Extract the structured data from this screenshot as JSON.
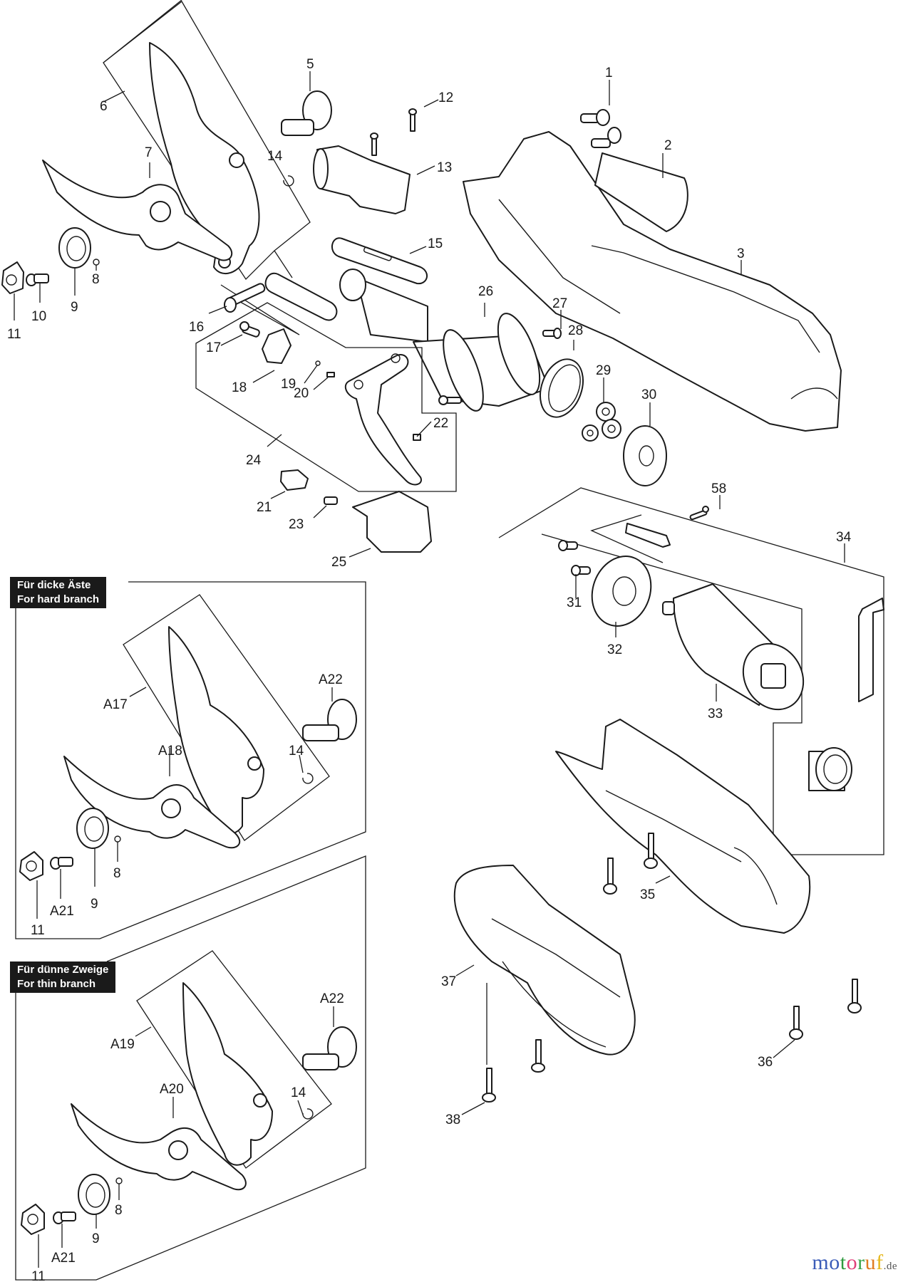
{
  "diagram": {
    "title": "Exploded parts diagram – cordless pruning shears",
    "sections": [
      {
        "id": "hard",
        "label_de": "Für dicke Äste",
        "label_en": "For hard branch"
      },
      {
        "id": "thin",
        "label_de": "Für dünne Zweige",
        "label_en": "For thin branch"
      }
    ],
    "parts_main": [
      "1",
      "2",
      "3",
      "5",
      "6",
      "7",
      "8",
      "9",
      "10",
      "11",
      "12",
      "13",
      "14",
      "15",
      "16",
      "17",
      "18",
      "19",
      "20",
      "21",
      "22",
      "23",
      "24",
      "25",
      "26",
      "27",
      "28",
      "29",
      "30",
      "31",
      "32",
      "33",
      "34",
      "35",
      "36",
      "37",
      "38",
      "58"
    ],
    "parts_hard_branch": [
      "A17",
      "A18",
      "A22",
      "14",
      "8",
      "9",
      "A21",
      "11"
    ],
    "parts_thin_branch": [
      "A19",
      "A20",
      "A22",
      "14",
      "8",
      "9",
      "A21",
      "11"
    ]
  },
  "labels": {
    "p1": "1",
    "p2": "2",
    "p3": "3",
    "p5": "5",
    "p6": "6",
    "p7": "7",
    "p8": "8",
    "p9": "9",
    "p10": "10",
    "p11": "11",
    "p12": "12",
    "p13": "13",
    "p14": "14",
    "p15": "15",
    "p16": "16",
    "p17": "17",
    "p18": "18",
    "p19": "19",
    "p20": "20",
    "p21": "21",
    "p22": "22",
    "p23": "23",
    "p24": "24",
    "p25": "25",
    "p26": "26",
    "p27": "27",
    "p28": "28",
    "p29": "29",
    "p30": "30",
    "p31": "31",
    "p32": "32",
    "p33": "33",
    "p34": "34",
    "p35": "35",
    "p36": "36",
    "p37": "37",
    "p38": "38",
    "p58": "58",
    "h_a17": "A17",
    "h_a18": "A18",
    "h_a22": "A22",
    "h_14": "14",
    "h_8": "8",
    "h_9": "9",
    "h_a21": "A21",
    "h_11": "11",
    "t_a19": "A19",
    "t_a20": "A20",
    "t_a22": "A22",
    "t_14": "14",
    "t_8": "8",
    "t_9": "9",
    "t_a21": "A21",
    "t_11": "11"
  },
  "watermark": {
    "letters": [
      "m",
      "o",
      "t",
      "o",
      "r",
      "u",
      "f"
    ],
    "colors": [
      "#3b5cb8",
      "#3b5cb8",
      "#2e9a3e",
      "#e0407a",
      "#3aa34a",
      "#e07b20",
      "#e6b820"
    ],
    "suffix": ".de"
  }
}
